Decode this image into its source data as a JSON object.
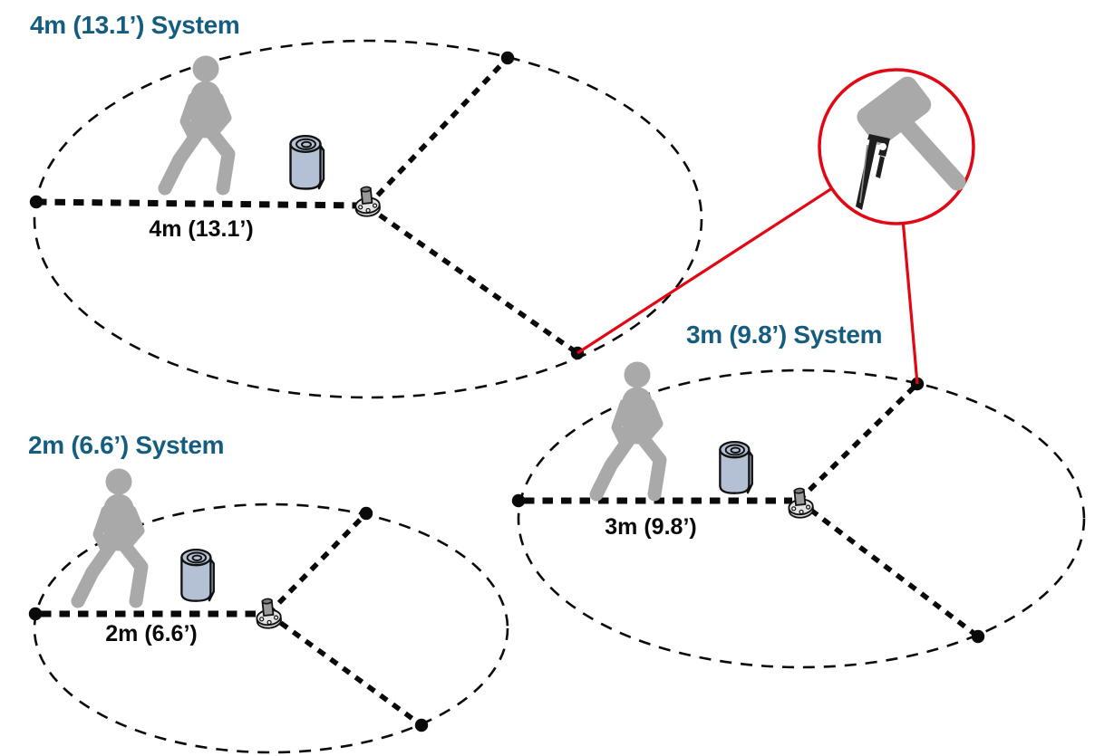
{
  "colors": {
    "title_blue": "#155d80",
    "callout_red": "#e30613",
    "figure_gray": "#a9a9a9",
    "mat_fill": "#b4c0d4",
    "line_black": "#0a0a0a"
  },
  "systems": [
    {
      "name": "system-4m",
      "title": "4m (13.1’) System",
      "radius_label": "4m (13.1’)"
    },
    {
      "name": "system-3m",
      "title": "3m (9.8’) System",
      "radius_label": "3m (9.8’)"
    },
    {
      "name": "system-2m",
      "title": "2m (6.6’) System",
      "radius_label": "2m (6.6’)"
    }
  ],
  "callout": {
    "icons": [
      "mallet-icon",
      "tent-stake-icon"
    ]
  }
}
